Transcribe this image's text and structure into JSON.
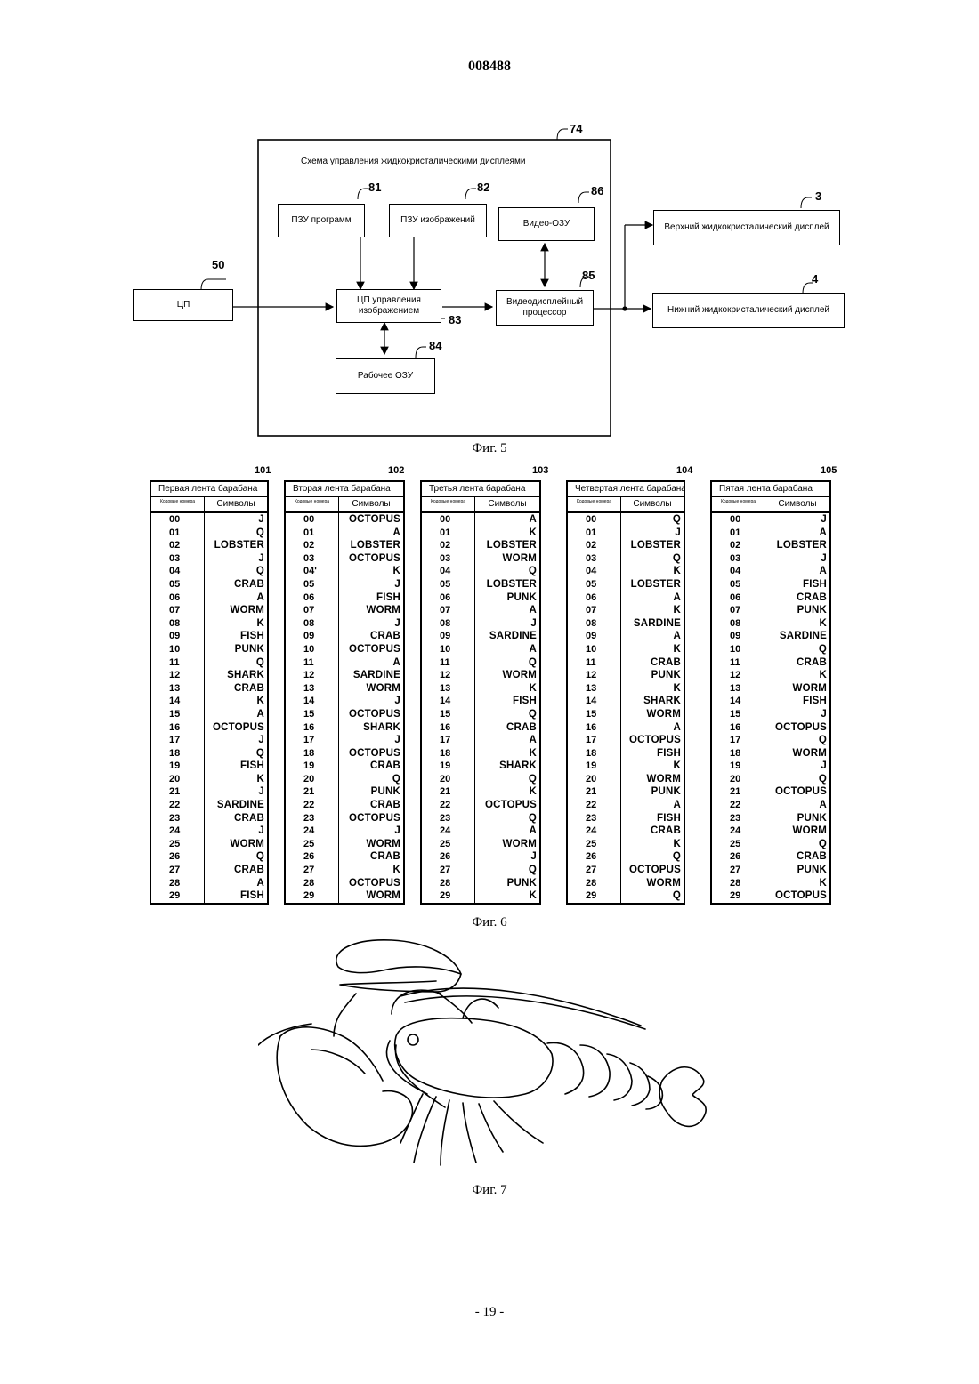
{
  "header": {
    "doc_number": "008488"
  },
  "fig5": {
    "caption": "Фиг. 5",
    "controller_title": "Схема управления жидкокристалическими дисплеями",
    "blocks": {
      "cpu": "ЦП",
      "program_rom": "ПЗУ программ",
      "image_rom": "ПЗУ изображений",
      "video_ram": "Видео-ОЗУ",
      "image_cpu": "ЦП управления изображением",
      "video_processor": "Видеодисплейный процессор",
      "work_ram": "Рабочее ОЗУ",
      "upper_lcd": "Верхний жидкокристалический дисплей",
      "lower_lcd": "Нижний жидкокристалический дисплей"
    },
    "refs": {
      "r74": "74",
      "r81": "81",
      "r82": "82",
      "r86": "86",
      "r3": "3",
      "r50": "50",
      "r85": "85",
      "r4": "4",
      "r83": "83",
      "r84": "84"
    }
  },
  "fig6": {
    "caption": "Фиг. 6",
    "strips": [
      {
        "ref": "101",
        "title": "Первая лента барабана",
        "code_header": "Кодовые номера",
        "symbol_header": "Символы",
        "codes": [
          "00",
          "01",
          "02",
          "03",
          "04",
          "05",
          "06",
          "07",
          "08",
          "09",
          "10",
          "11",
          "12",
          "13",
          "14",
          "15",
          "16",
          "17",
          "18",
          "19",
          "20",
          "21",
          "22",
          "23",
          "24",
          "25",
          "26",
          "27",
          "28",
          "29"
        ],
        "symbols": [
          "J",
          "Q",
          "LOBSTER",
          "J",
          "Q",
          "CRAB",
          "A",
          "WORM",
          "K",
          "FISH",
          "PUNK",
          "Q",
          "SHARK",
          "CRAB",
          "K",
          "A",
          "OCTOPUS",
          "J",
          "Q",
          "FISH",
          "K",
          "J",
          "SARDINE",
          "CRAB",
          "J",
          "WORM",
          "Q",
          "CRAB",
          "A",
          "FISH"
        ]
      },
      {
        "ref": "102",
        "title": "Вторая лента барабана",
        "code_header": "Кодовые номера",
        "symbol_header": "Символы",
        "codes": [
          "00",
          "01",
          "02",
          "03",
          "04'",
          "05",
          "06",
          "07",
          "08",
          "09",
          "10",
          "11",
          "12",
          "13",
          "14",
          "15",
          "16",
          "17",
          "18",
          "19",
          "20",
          "21",
          "22",
          "23",
          "24",
          "25",
          "26",
          "27",
          "28",
          "29"
        ],
        "symbols": [
          "OCTOPUS",
          "A",
          "LOBSTER",
          "OCTOPUS",
          "K",
          "J",
          "FISH",
          "WORM",
          "J",
          "CRAB",
          "OCTOPUS",
          "A",
          "SARDINE",
          "WORM",
          "J",
          "OCTOPUS",
          "SHARK",
          "J",
          "OCTOPUS",
          "CRAB",
          "Q",
          "PUNK",
          "CRAB",
          "OCTOPUS",
          "J",
          "WORM",
          "CRAB",
          "K",
          "OCTOPUS",
          "WORM"
        ]
      },
      {
        "ref": "103",
        "title": "Третья лента барабана",
        "code_header": "Кодовые номера",
        "symbol_header": "Символы",
        "codes": [
          "00",
          "01",
          "02",
          "03",
          "04",
          "05",
          "06",
          "07",
          "08",
          "09",
          "10",
          "11",
          "12",
          "13",
          "14",
          "15",
          "16",
          "17",
          "18",
          "19",
          "20",
          "21",
          "22",
          "23",
          "24",
          "25",
          "26",
          "27",
          "28",
          "29"
        ],
        "symbols": [
          "A",
          "K",
          "LOBSTER",
          "WORM",
          "Q",
          "LOBSTER",
          "PUNK",
          "A",
          "J",
          "SARDINE",
          "A",
          "Q",
          "WORM",
          "K",
          "FISH",
          "Q",
          "CRAB",
          "A",
          "K",
          "SHARK",
          "Q",
          "K",
          "OCTOPUS",
          "Q",
          "A",
          "WORM",
          "J",
          "Q",
          "PUNK",
          "K"
        ]
      },
      {
        "ref": "104",
        "title": "Четвертая лента барабана",
        "code_header": "Кодовые номера",
        "symbol_header": "Символы",
        "codes": [
          "00",
          "01",
          "02",
          "03",
          "04",
          "05",
          "06",
          "07",
          "08",
          "09",
          "10",
          "11",
          "12",
          "13",
          "14",
          "15",
          "16",
          "17",
          "18",
          "19",
          "20",
          "21",
          "22",
          "23",
          "24",
          "25",
          "26",
          "27",
          "28",
          "29"
        ],
        "symbols": [
          "Q",
          "J",
          "LOBSTER",
          "Q",
          "K",
          "LOBSTER",
          "A",
          "K",
          "SARDINE",
          "A",
          "K",
          "CRAB",
          "PUNK",
          "K",
          "SHARK",
          "WORM",
          "A",
          "OCTOPUS",
          "FISH",
          "K",
          "WORM",
          "PUNK",
          "A",
          "FISH",
          "CRAB",
          "K",
          "Q",
          "OCTOPUS",
          "WORM",
          "Q"
        ]
      },
      {
        "ref": "105",
        "title": "Пятая лента барабана",
        "code_header": "Кодовые номера",
        "symbol_header": "Символы",
        "codes": [
          "00",
          "01",
          "02",
          "03",
          "04",
          "05",
          "06",
          "07",
          "08",
          "09",
          "10",
          "11",
          "12",
          "13",
          "14",
          "15",
          "16",
          "17",
          "18",
          "19",
          "20",
          "21",
          "22",
          "23",
          "24",
          "25",
          "26",
          "27",
          "28",
          "29"
        ],
        "symbols": [
          "J",
          "A",
          "LOBSTER",
          "J",
          "A",
          "FISH",
          "CRAB",
          "PUNK",
          "K",
          "SARDINE",
          "Q",
          "CRAB",
          "K",
          "WORM",
          "FISH",
          "J",
          "OCTOPUS",
          "Q",
          "WORM",
          "J",
          "Q",
          "OCTOPUS",
          "A",
          "PUNK",
          "WORM",
          "Q",
          "CRAB",
          "PUNK",
          "K",
          "OCTOPUS"
        ]
      }
    ]
  },
  "fig7": {
    "caption": "Фиг. 7"
  },
  "footer": {
    "page_number": "- 19 -"
  }
}
